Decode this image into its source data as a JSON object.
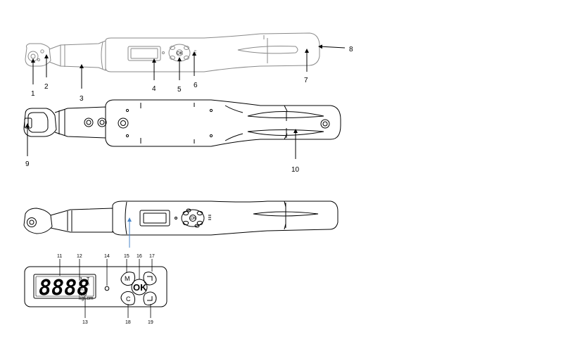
{
  "callouts": {
    "c1": "1",
    "c2": "2",
    "c3": "3",
    "c4": "4",
    "c5": "5",
    "c6": "6",
    "c7": "7",
    "c8": "8",
    "c9": "9",
    "c10": "10",
    "c11": "11",
    "c12": "12",
    "c13": "13",
    "c14": "14",
    "c15": "15",
    "c16": "16",
    "c17": "17",
    "c18": "18",
    "c19": "19"
  },
  "panel": {
    "display_value": "8888",
    "mode_p": "P",
    "mode_t": "T",
    "unit_nm": "N. m",
    "unit_inlb": "in.lb",
    "unit_ftlb": "ft.lb",
    "unit_kgfcm": "kgf.cm",
    "btn_m": "M",
    "btn_ok": "OK",
    "btn_c": "C"
  },
  "mini_keypad": {
    "ok": "OK"
  },
  "colors": {
    "outline_dark": "#000000",
    "outline_light": "#8a8a8a",
    "leader_blue": "#4a86c8"
  }
}
